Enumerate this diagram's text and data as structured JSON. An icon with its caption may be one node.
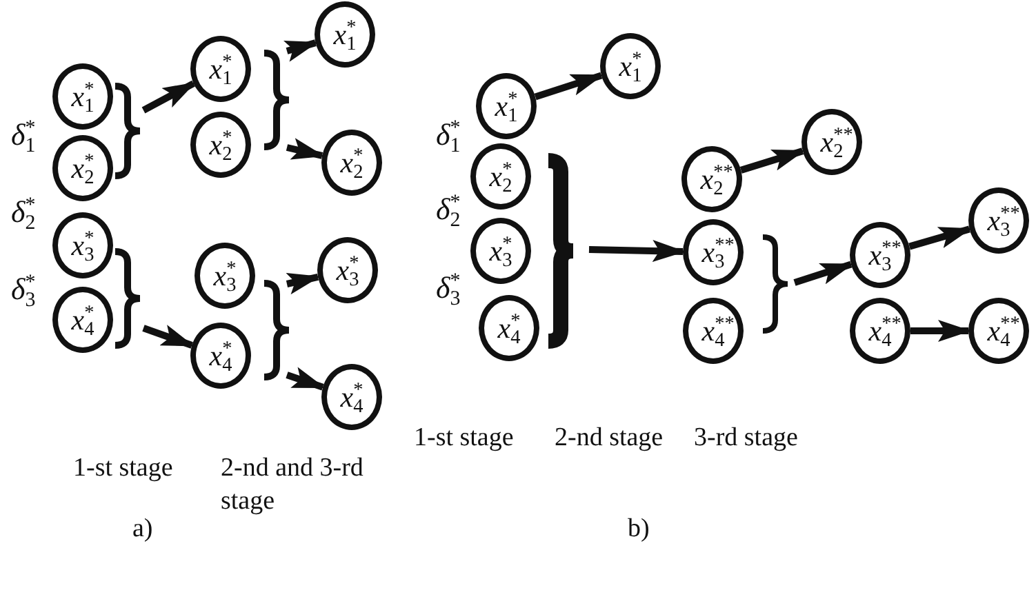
{
  "diagram": {
    "nodes": [
      {
        "text": [
          "*x*$^{*}$$_{1}$"
        ]
      },
      {
        "text": [
          "*x*$^{*}$$_{2}$"
        ]
      },
      {
        "text": [
          "*x*$^{*}$$_{3}$"
        ]
      },
      {
        "text": [
          "*x*$^{*}$$_{4}$"
        ]
      },
      {
        "text": [
          "*x*$^{*}$$_{1}$"
        ]
      },
      {
        "text": [
          "*x*$^{*}$$_{2}$"
        ]
      },
      {
        "text": [
          "*x*$^{*}$$_{3}$"
        ]
      },
      {
        "text": [
          "*x*$^{*}$$_{4}$"
        ]
      },
      {
        "text": [
          "*x*$^{*}$$_{1}$"
        ]
      },
      {
        "text": [
          "*x*$^{*}$$_{2}$"
        ]
      },
      {
        "text": [
          "*x*$^{*}$$_{3}$"
        ]
      },
      {
        "text": [
          "*x*$^{*}$$_{4}$"
        ]
      },
      {
        "text": [
          "*x*$^{*}$$_{1}$"
        ]
      },
      {
        "text": [
          "*x*$^{*}$$_{2}$"
        ]
      },
      {
        "text": [
          "*x*$^{*}$$_{3}$"
        ]
      },
      {
        "text": [
          "*x*$^{*}$$_{4}$"
        ]
      },
      {
        "text": [
          "*x*$^{*}$$_{1}$"
        ]
      },
      {
        "text": [
          "*x*$^{**}$$_{2}$"
        ]
      },
      {
        "text": [
          "*x*$^{**}$$_{3}$"
        ]
      },
      {
        "text": [
          "*x*$^{**}$$_{4}$"
        ]
      },
      {
        "text": [
          "*x*$^{**}$$_{2}$"
        ]
      },
      {
        "text": [
          "*x*$^{**}$$_{3}$"
        ]
      },
      {
        "text": [
          "*x*$^{**}$$_{4}$"
        ]
      },
      {
        "text": [
          "*x*$^{**}$$_{3}$"
        ]
      },
      {
        "text": [
          "*x*$^{**}$$_{4}$"
        ]
      },
      {
        "text": [],
        "shape": "brace"
      },
      {
        "text": [],
        "shape": "brace"
      },
      {
        "text": [],
        "shape": "brace"
      },
      {
        "text": [],
        "shape": "brace"
      },
      {
        "text": [],
        "shape": "brace"
      },
      {
        "text": [],
        "shape": "brace"
      }
    ],
    "edges": [
      {
        "from": 25,
        "to": 4,
        "arrow": "to"
      },
      {
        "from": 26,
        "to": 8,
        "arrow": "to"
      },
      {
        "from": 26,
        "to": 9,
        "arrow": "to"
      },
      {
        "from": 27,
        "to": 7,
        "arrow": "to"
      },
      {
        "from": 28,
        "to": 10,
        "arrow": "to"
      },
      {
        "from": 28,
        "to": 11,
        "arrow": "to"
      },
      {
        "from": 12,
        "to": 16,
        "arrow": "to"
      },
      {
        "from": 29,
        "to": 18,
        "arrow": "to"
      },
      {
        "from": 17,
        "to": 20,
        "arrow": "to"
      },
      {
        "from": 30,
        "to": 21,
        "arrow": "to"
      },
      {
        "from": 21,
        "to": 23,
        "arrow": "to"
      },
      {
        "from": 22,
        "to": 24,
        "arrow": "to"
      }
    ],
    "labels": [
      "*δ*$^{*}$$_{1}$",
      "*δ*$^{*}$$_{2}$",
      "*δ*$^{*}$$_{3}$",
      "*δ*$^{*}$$_{1}$",
      "*δ*$^{*}$$_{2}$",
      "*δ*$^{*}$$_{3}$",
      "1-st stage",
      "2-nd and 3-rd stage",
      "1-st stage",
      "2-nd stage",
      "3-rd stage",
      "a)",
      "b)"
    ]
  }
}
